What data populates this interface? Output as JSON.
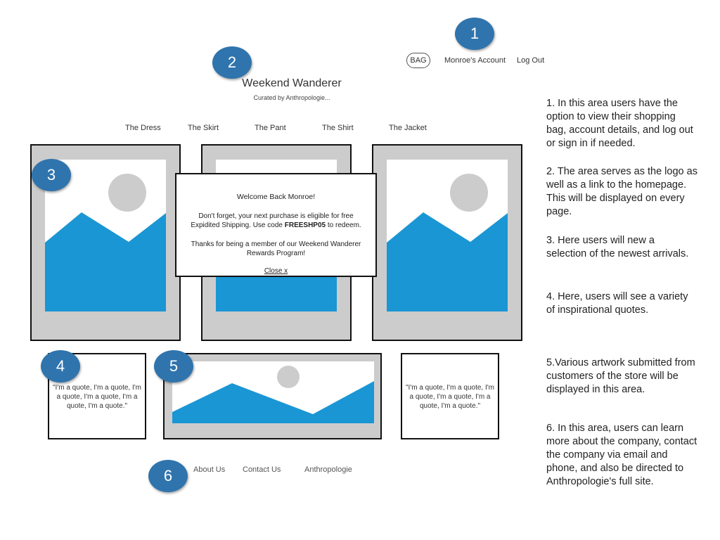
{
  "header": {
    "bag": "BAG",
    "account": "Monroe's Account",
    "logout": "Log Out",
    "title": "Weekend Wanderer",
    "subtitle": "Curated by Anthropologie..."
  },
  "nav": [
    "The Dress",
    "The Skirt",
    "The Pant",
    "The Shirt",
    "The Jacket"
  ],
  "modal": {
    "greeting": "Welcome Back Monroe!",
    "shipping_pre": "Don't forget, your next purchase is eligible for free Expidited Shipping. Use code ",
    "shipping_code": "FREESHP05",
    "shipping_post": " to redeem.",
    "thanks": "Thanks for being a member of our Weekend Wanderer Rewards Program!",
    "close": "Close x"
  },
  "quotes": [
    "\"I'm a quote, I'm a quote, I'm a quote, I'm a quote, I'm a quote, I'm a quote.\"",
    "\"I'm a quote, I'm a quote, I'm a quote, I'm a quote, I'm a quote, I'm a quote.\""
  ],
  "footer": [
    "About Us",
    "Contact Us",
    "Anthropologie"
  ],
  "badges": [
    "1",
    "2",
    "3",
    "4",
    "5",
    "6"
  ],
  "notes": [
    "1. In this area users have the option to view their shopping bag, account details, and log out or sign in if needed.",
    "2. The area serves as the logo as well as a link to the homepage. This will be displayed on every page.",
    "3. Here users will new a selection of the newest arrivals.",
    "4. Here, users will see a variety of inspirational quotes.",
    "5.Various artwork submitted from customers of the store will be displayed in this area.",
    "6. In this area, users can learn more about the company, contact the company via email and phone, and also be directed to Anthropologie's full site."
  ],
  "colors": {
    "badge": "#2f74ad",
    "placeholder_sky": "#ffffff",
    "placeholder_mountain": "#1a96d4",
    "placeholder_sun": "#cccccc",
    "frame": "#cccccc"
  }
}
